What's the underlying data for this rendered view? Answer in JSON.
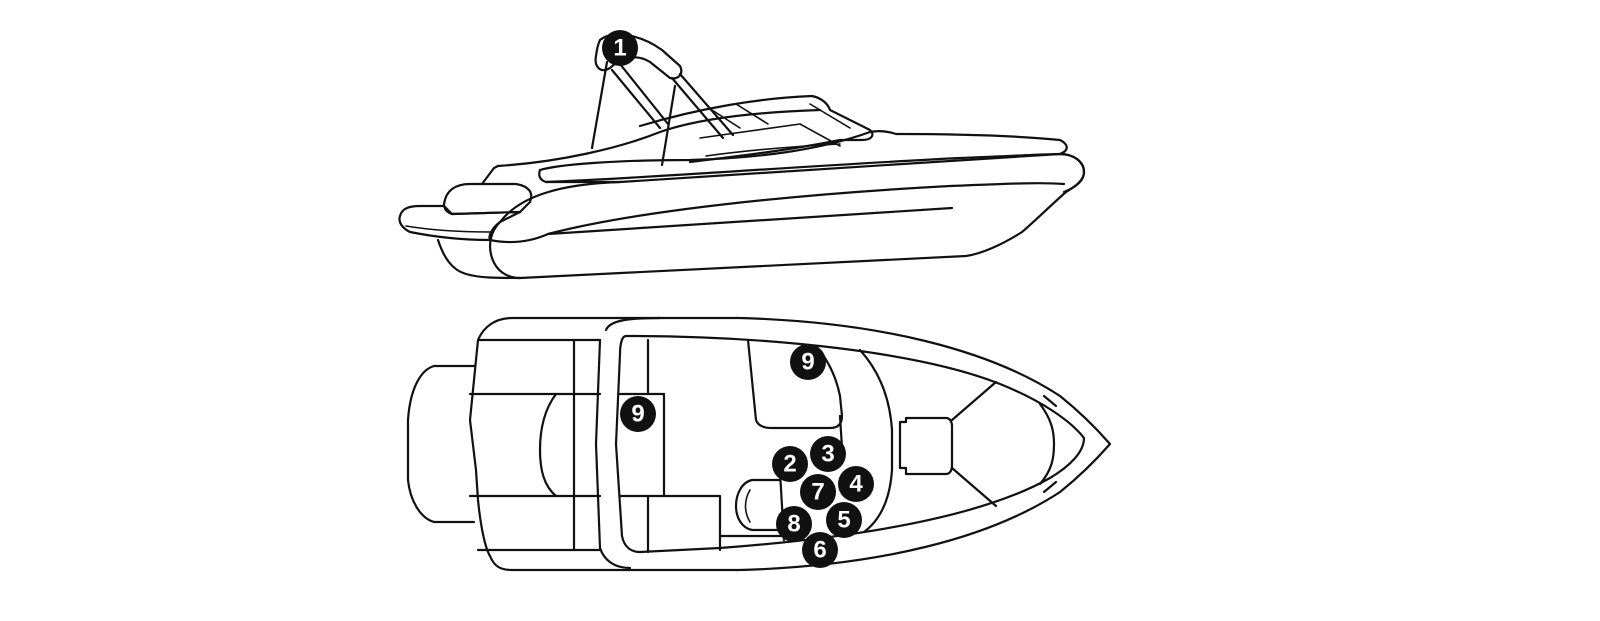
{
  "colors": {
    "line": "#111111",
    "background": "#ffffff",
    "callout_fill": "#111111",
    "callout_text": "#ffffff"
  },
  "callouts": [
    {
      "id": "side-1",
      "label": "1"
    },
    {
      "id": "top-9a",
      "label": "9"
    },
    {
      "id": "top-9b",
      "label": "9"
    },
    {
      "id": "top-2",
      "label": "2"
    },
    {
      "id": "top-3",
      "label": "3"
    },
    {
      "id": "top-4",
      "label": "4"
    },
    {
      "id": "top-7",
      "label": "7"
    },
    {
      "id": "top-5",
      "label": "5"
    },
    {
      "id": "top-8",
      "label": "8"
    },
    {
      "id": "top-6",
      "label": "6"
    }
  ]
}
